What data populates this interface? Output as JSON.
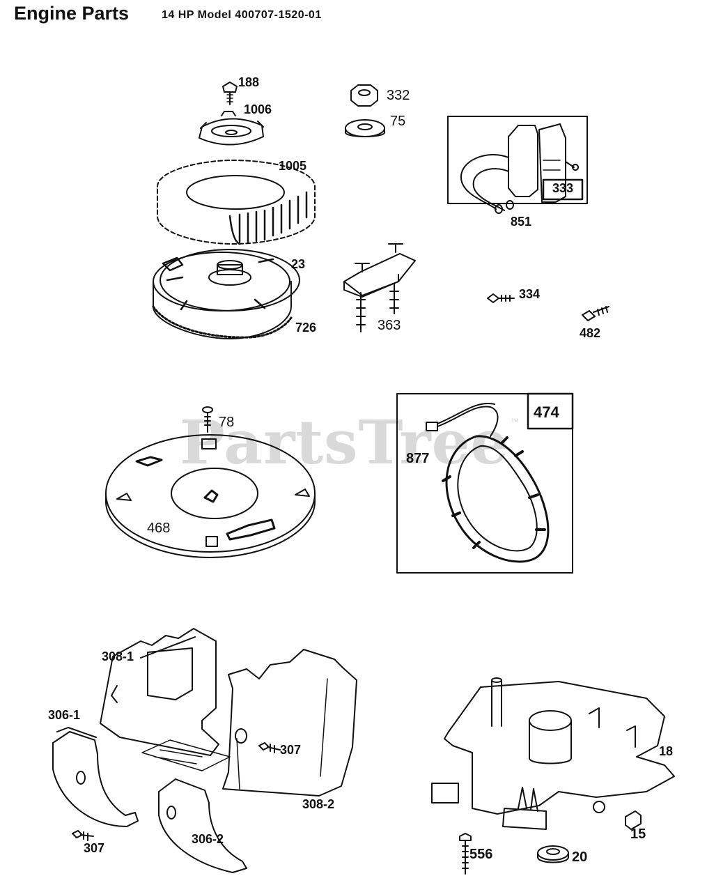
{
  "header": {
    "title": "Engine Parts",
    "subtitle": "14 HP Model 400707-1520-01"
  },
  "watermark": {
    "text": "PartsTree",
    "mark": "™"
  },
  "callouts": {
    "p188": "188",
    "p1006": "1006",
    "p1005": "1005",
    "p23": "23",
    "p726": "726",
    "p332": "332",
    "p75": "75",
    "p363": "363",
    "p851": "851",
    "p333": "333",
    "p334": "334",
    "p482": "482",
    "p78": "78",
    "p468": "468",
    "p474": "474",
    "p877": "877",
    "p308_1": "308-1",
    "p306_1": "306-1",
    "p307a": "307",
    "p307b": "307",
    "p308_2": "308-2",
    "p306_2": "306-2",
    "p18": "18",
    "p15": "15",
    "p556": "556",
    "p20": "20"
  },
  "colors": {
    "ink": "#111111",
    "watermark": "#d9d9d9",
    "paper": "#ffffff"
  }
}
